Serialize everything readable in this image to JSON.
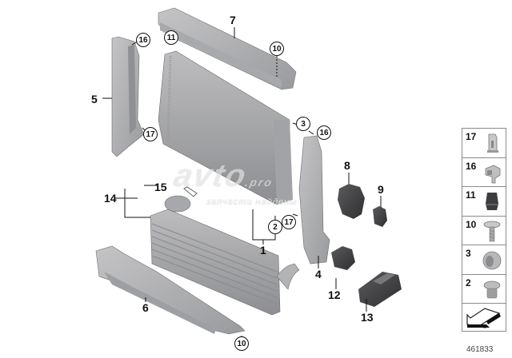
{
  "diagram": {
    "id": "461833",
    "watermark": "avto",
    "watermark_domain": ".pro",
    "watermark_sub": "запчасти найдены"
  },
  "callouts": {
    "c1": "1",
    "c2": "2",
    "c3": "3",
    "c4": "4",
    "c5": "5",
    "c6": "6",
    "c7": "7",
    "c8": "8",
    "c9": "9",
    "c10a": "10",
    "c10b": "10",
    "c11": "11",
    "c12": "12",
    "c13": "13",
    "c14": "14",
    "c15": "15",
    "c16a": "16",
    "c16b": "16",
    "c17a": "17",
    "c17b": "17"
  },
  "legend": {
    "items": [
      {
        "num": "17",
        "icon": "spring-clip-icon"
      },
      {
        "num": "16",
        "icon": "clip-nut-icon"
      },
      {
        "num": "11",
        "icon": "expanding-rivet-icon"
      },
      {
        "num": "10",
        "icon": "screw-icon"
      },
      {
        "num": "3",
        "icon": "bush-fitting-icon"
      },
      {
        "num": "2",
        "icon": "screw-plug-icon"
      }
    ],
    "arrow_icon": "direction-arrow-icon"
  },
  "colors": {
    "part_fill": "#b4b4b6",
    "part_dark": "#8e8f92",
    "part_light": "#d2d2d4",
    "dark_part": "#4a4a4c",
    "line": "#111111"
  }
}
